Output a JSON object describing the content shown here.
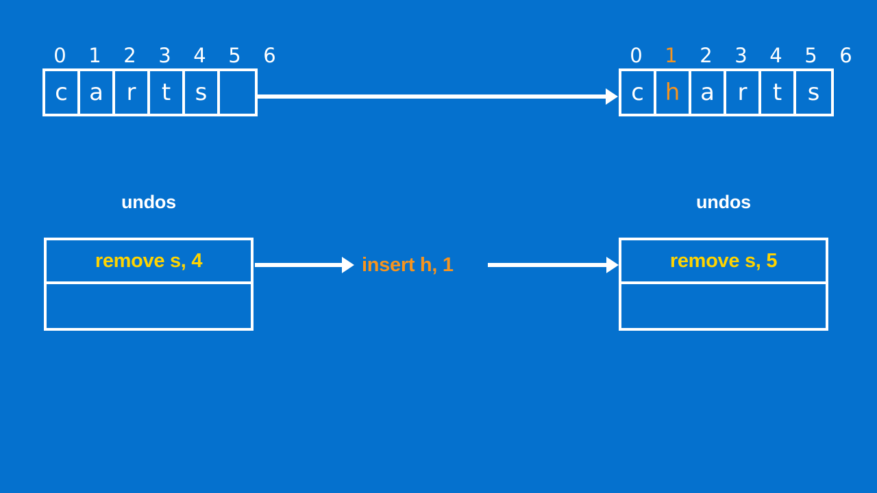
{
  "canvas": {
    "background_color": "#0571ce",
    "white": "#ffffff",
    "orange": "#f7941e",
    "yellow": "#ffd400"
  },
  "arrays": {
    "before": {
      "indices": [
        {
          "label": "0",
          "highlight": false
        },
        {
          "label": "1",
          "highlight": false
        },
        {
          "label": "2",
          "highlight": false
        },
        {
          "label": "3",
          "highlight": false
        },
        {
          "label": "4",
          "highlight": false
        },
        {
          "label": "5",
          "highlight": false
        },
        {
          "label": "6",
          "highlight": false
        }
      ],
      "cells": [
        {
          "char": "c",
          "highlight": false,
          "empty": false
        },
        {
          "char": "a",
          "highlight": false,
          "empty": false
        },
        {
          "char": "r",
          "highlight": false,
          "empty": false
        },
        {
          "char": "t",
          "highlight": false,
          "empty": false
        },
        {
          "char": "s",
          "highlight": false,
          "empty": false
        },
        {
          "char": "",
          "highlight": false,
          "empty": true
        }
      ]
    },
    "after": {
      "indices": [
        {
          "label": "0",
          "highlight": false
        },
        {
          "label": "1",
          "highlight": true
        },
        {
          "label": "2",
          "highlight": false
        },
        {
          "label": "3",
          "highlight": false
        },
        {
          "label": "4",
          "highlight": false
        },
        {
          "label": "5",
          "highlight": false
        },
        {
          "label": "6",
          "highlight": false
        }
      ],
      "cells": [
        {
          "char": "c",
          "highlight": false,
          "empty": false
        },
        {
          "char": "h",
          "highlight": true,
          "empty": false
        },
        {
          "char": "a",
          "highlight": false,
          "empty": false
        },
        {
          "char": "r",
          "highlight": false,
          "empty": false
        },
        {
          "char": "t",
          "highlight": false,
          "empty": false
        },
        {
          "char": "s",
          "highlight": false,
          "empty": false
        }
      ]
    }
  },
  "stacks": {
    "before": {
      "title": "undos",
      "slots": [
        {
          "text": "remove s, 4",
          "empty": false
        },
        {
          "text": "",
          "empty": true
        }
      ]
    },
    "after": {
      "title": "undos",
      "slots": [
        {
          "text": "remove s, 5",
          "empty": false
        },
        {
          "text": "",
          "empty": true
        }
      ]
    }
  },
  "operation": {
    "label": "insert h, 1"
  }
}
